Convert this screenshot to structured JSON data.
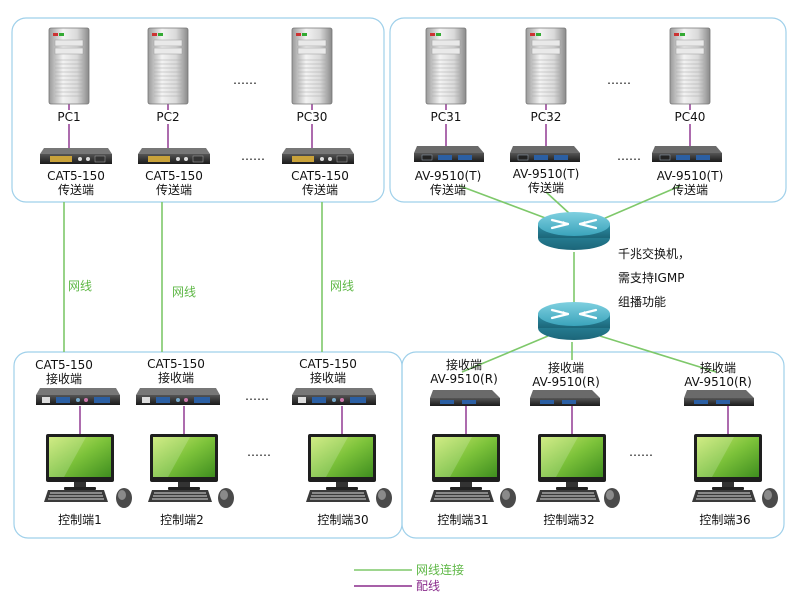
{
  "panels": {
    "top_left": {
      "pcs": [
        {
          "label": "PC1",
          "sender": [
            "CAT5-150",
            "传送端"
          ]
        },
        {
          "label": "PC2",
          "sender": [
            "CAT5-150",
            "传送端"
          ]
        },
        {
          "label": "PC30",
          "sender": [
            "CAT5-150",
            "传送端"
          ]
        }
      ],
      "ellipsis_top": "……",
      "ellipsis_mid": "……"
    },
    "top_right": {
      "pcs": [
        {
          "label": "PC31",
          "sender": [
            "AV-9510(T)",
            "传送端"
          ]
        },
        {
          "label": "PC32",
          "sender": [
            "AV-9510(T)",
            "传送端"
          ]
        },
        {
          "label": "PC40",
          "sender": [
            "AV-9510(T)",
            "传送端"
          ]
        }
      ],
      "ellipsis_top": "……",
      "ellipsis_mid": "……"
    },
    "bottom_left": {
      "receivers": [
        {
          "line1": "CAT5-150",
          "line2": "接收端",
          "console": "控制端1"
        },
        {
          "line1": "CAT5-150",
          "line2": "接收端",
          "console": "控制端2"
        },
        {
          "line1": "CAT5-150",
          "line2": "接收端",
          "console": "控制端30"
        }
      ],
      "ellipsis_receiver": "……",
      "ellipsis_console": "……"
    },
    "bottom_right": {
      "receivers": [
        {
          "line1": "接收端",
          "line2": "AV-9510(R)",
          "console": "控制端31"
        },
        {
          "line1": "接收端",
          "line2": "AV-9510(R)",
          "console": "控制端32"
        },
        {
          "line1": "接收端",
          "line2": "AV-9510(R)",
          "console": "控制端36"
        }
      ],
      "ellipsis_console": "……"
    }
  },
  "cable_labels": [
    "网线",
    "网线",
    "网线"
  ],
  "switch_note": [
    "千兆交换机，",
    "需支持IGMP",
    "组播功能"
  ],
  "legend": {
    "network": "网线连接",
    "wiring": "配线"
  },
  "colors": {
    "network_line": "#7ec86a",
    "wiring_line": "#8a2c8c",
    "panel_border": "#9fd0ea",
    "switch_body": "#2e8fa6"
  }
}
